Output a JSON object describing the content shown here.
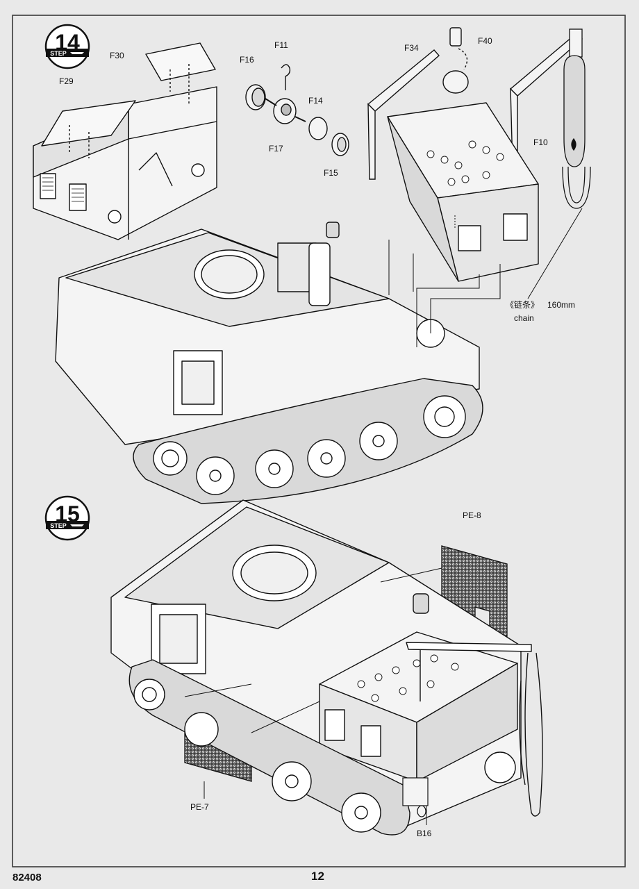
{
  "manual": {
    "kit_number": "82408",
    "page_number": "12"
  },
  "steps": [
    {
      "number": "14",
      "label": "STEP",
      "parts": [
        "F29",
        "F30",
        "F16",
        "F11",
        "F17",
        "F14",
        "F15",
        "F34",
        "F40",
        "F10"
      ],
      "chain_note": {
        "cn": "《链条》",
        "length": "160mm",
        "en": "chain"
      }
    },
    {
      "number": "15",
      "label": "STEP",
      "parts": [
        "PE-8",
        "PE-7",
        "B16"
      ]
    }
  ],
  "colors": {
    "paper": "#e9e9e9",
    "ink": "#111111",
    "frame": "#3a3a3a",
    "fill_light": "#f4f4f4",
    "fill_mid": "#d9d9d9",
    "fill_dark": "#bdbdbd"
  }
}
